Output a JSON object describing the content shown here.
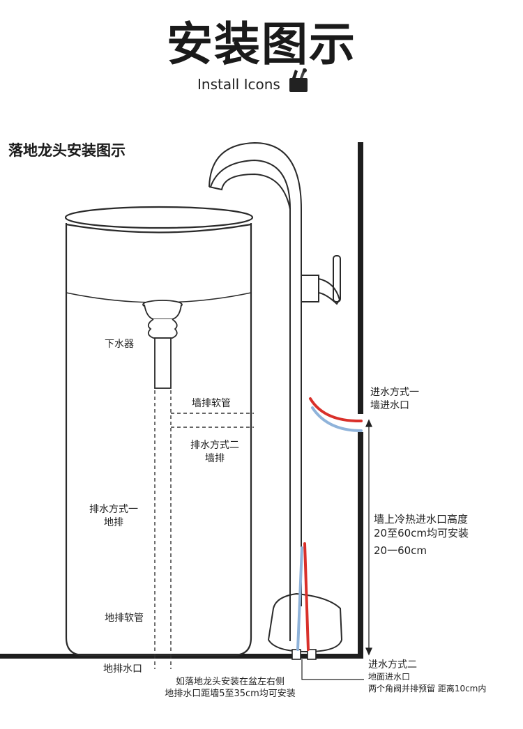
{
  "header": {
    "title": "安装图示",
    "subtitle": "Install Icons"
  },
  "section_title": "落地龙头安装图示",
  "labels": {
    "drain": "下水器",
    "wall_hose": "墙排软管",
    "drain_method_2_line1": "排水方式二",
    "drain_method_2_line2": "墙排",
    "drain_method_1_line1": "排水方式一",
    "drain_method_1_line2": "地排",
    "floor_hose": "地排软管",
    "floor_outlet": "地排水口",
    "floor_note_line1": "如落地龙头安装在盆左右侧",
    "floor_note_line2": "地排水口距墙5至35cm均可安装",
    "inlet_1_line1": "进水方式一",
    "inlet_1_line2": "墙进水口",
    "height_note_line1": "墙上冷热进水口高度",
    "height_note_line2": "20至60cm均可安装",
    "height_range": "20一60cm",
    "inlet_2_line1": "进水方式二",
    "inlet_2_line2": "地面进水口",
    "inlet_2_line3": "两个角阀并排预留 距离10cm内"
  },
  "colors": {
    "hot_pipe": "#d9302a",
    "cold_pipe": "#8fb3da",
    "line": "#222222"
  },
  "icons": [
    "toolbox-icon"
  ]
}
